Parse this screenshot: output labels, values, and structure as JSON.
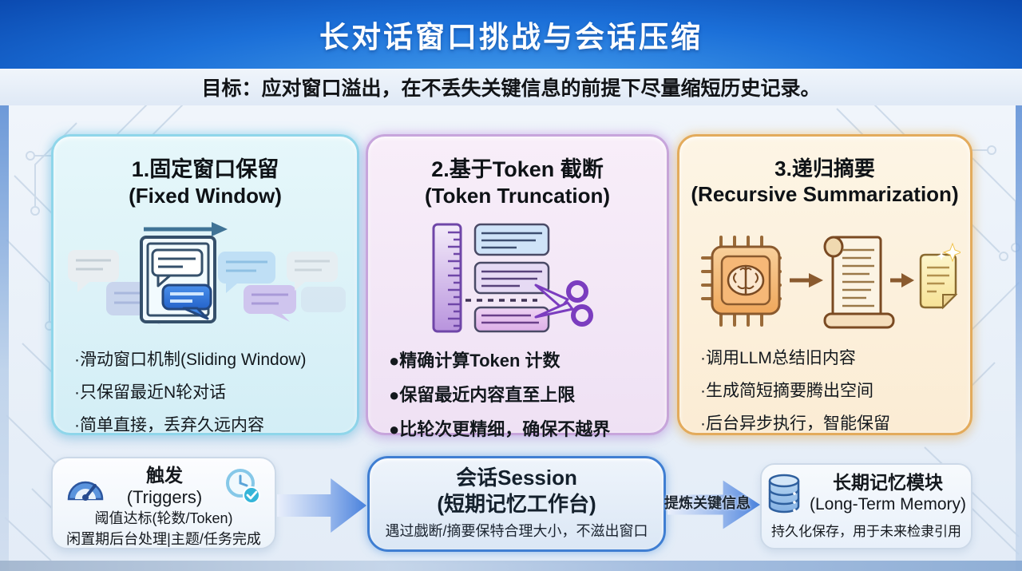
{
  "header": {
    "title": "长对话窗口挑战与会话压缩",
    "banner_color": "#1b6fd8"
  },
  "subtitle": "目标：应对窗口溢出，在不丢失关键信息的前提下尽量缩短历史记录。",
  "cards": [
    {
      "title": "1.固定窗口保留",
      "subtitle": "(Fixed Window)",
      "illustration": "sliding-window-chat-bubbles",
      "accent_color": "#8fd6ea",
      "bullets": [
        "·滑动窗口机制(Sliding Window)",
        "·只保留最近N轮对话",
        "·简单直接，丢弃久远内容"
      ]
    },
    {
      "title": "2.基于Token 截断",
      "subtitle": "(Token Truncation)",
      "illustration": "ruler-scissors-truncation",
      "accent_color": "#c7a5dc",
      "bullets": [
        "●精确计算Token 计数",
        "●保留最近内容直至上限",
        "●比轮次更精细，确保不越界"
      ]
    },
    {
      "title": "3.递归摘要",
      "subtitle": "(Recursive Summarization)",
      "illustration": "chip-scroll-note-summarization",
      "accent_color": "#e3ab5c",
      "bullets": [
        "·调用LLM总结旧内容",
        "·生成简短摘要腾出空间",
        "·后台异步执行，智能保留"
      ]
    }
  ],
  "flow": {
    "trigger_box": {
      "title": "触发",
      "subtitle": "(Triggers)",
      "line1": "阈值达标(轮数/Token)",
      "line2": "闲置期后台处理|主题/任务完成",
      "icons": [
        "gauge-icon",
        "clock-check-icon"
      ]
    },
    "session_box": {
      "title": "会话Session",
      "subtitle": "(短期记忆工作台)",
      "note": "遇过戯断/摘要保特合理大小，不滋出窗口",
      "border_color": "#3f7ed2"
    },
    "arrow2_label": "提炼关键信息",
    "memory_box": {
      "title": "长期记忆模块",
      "subtitle": "(Long-Term Memory)",
      "note": "持久化保存，用于未来检隶引用",
      "icon": "database-icon"
    },
    "arrow_color": "#4a82dd"
  }
}
